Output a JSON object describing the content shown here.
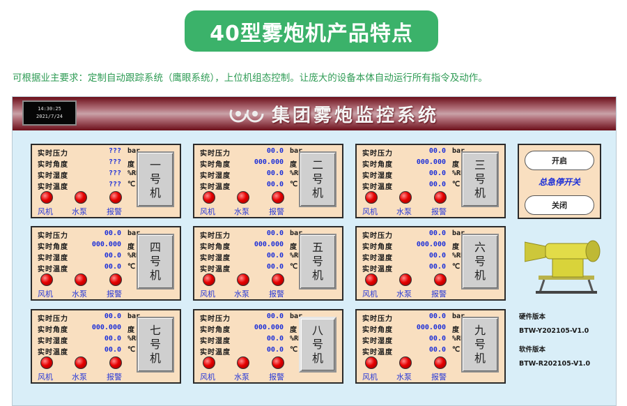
{
  "banner": {
    "title": "40型雾炮机产品特点"
  },
  "subtitle": "可根据业主要求：定制自动跟踪系统（鹰眼系统），上位机组态控制。让庞大的设备本体自动运行所有指令及动作。",
  "header": {
    "clock_time": "14:30:25",
    "clock_date": "2021/7/24",
    "system_title": "集团雾炮监控系统",
    "logo_icon": "swirl-logo-icon"
  },
  "labels": {
    "pressure": "实时压力",
    "angle": "实时角度",
    "humidity": "实时湿度",
    "temperature": "实时温度",
    "fan": "风机",
    "pump": "水泵",
    "alarm": "报警"
  },
  "units": {
    "pressure": "bar",
    "angle": "度",
    "humidity": "%RH",
    "temperature": "℃"
  },
  "machines": [
    {
      "name1": "一",
      "name2": "号",
      "name3": "机",
      "pressure": "???",
      "angle": "???",
      "humidity": "???",
      "temperature": "???"
    },
    {
      "name1": "二",
      "name2": "号",
      "name3": "机",
      "pressure": "00.0",
      "angle": "000.000",
      "humidity": "00.0",
      "temperature": "00.0"
    },
    {
      "name1": "三",
      "name2": "号",
      "name3": "机",
      "pressure": "00.0",
      "angle": "000.000",
      "humidity": "00.0",
      "temperature": "00.0"
    },
    {
      "name1": "四",
      "name2": "号",
      "name3": "机",
      "pressure": "00.0",
      "angle": "000.000",
      "humidity": "00.0",
      "temperature": "00.0"
    },
    {
      "name1": "五",
      "name2": "号",
      "name3": "机",
      "pressure": "00.0",
      "angle": "000.000",
      "humidity": "00.0",
      "temperature": "00.0"
    },
    {
      "name1": "六",
      "name2": "号",
      "name3": "机",
      "pressure": "00.0",
      "angle": "000.000",
      "humidity": "00.0",
      "temperature": "00.0"
    },
    {
      "name1": "七",
      "name2": "号",
      "name3": "机",
      "pressure": "00.0",
      "angle": "000.000",
      "humidity": "00.0",
      "temperature": "00.0"
    },
    {
      "name1": "八",
      "name2": "号",
      "name3": "机",
      "pressure": "00.0",
      "angle": "000.000",
      "humidity": "00.0",
      "temperature": "00.0"
    },
    {
      "name1": "九",
      "name2": "号",
      "name3": "机",
      "pressure": "00.0",
      "angle": "000.000",
      "humidity": "00.0",
      "temperature": "00.0"
    }
  ],
  "control": {
    "start_label": "开启",
    "estop_label": "总急停开关",
    "close_label": "关闭"
  },
  "version": {
    "hardware_label": "硬件版本",
    "hardware_value": "BTW-Y202105-V1.0",
    "software_label": "软件版本",
    "software_value": "BTW-R202105-V1.0"
  },
  "colors": {
    "banner": "#3bb26a",
    "subtitle": "#2e9b54",
    "panel": "#d9eef8",
    "card": "#f9dfc0",
    "value": "#1c2fd8",
    "lamp": "#e60000"
  }
}
